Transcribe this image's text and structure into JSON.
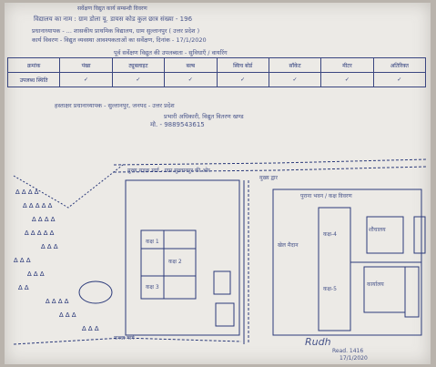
{
  "header": {
    "line1": "सर्वेक्षण विद्युत कार्य सम्बन्धी विवरण",
    "line2": "विद्यालय का नाम : ग्राम डोला   यू. डायस कोड   कुल छात्र संख्या - 196",
    "line3": "प्रधानाध्यापक - ... शासकीय प्राथमिक विद्यालय, ग्राम सुल्तानपुर ( उत्तर प्रदेश )",
    "line4": "कार्य विवरण - विद्युत व्यवस्था आवश्यकताओं का सर्वेक्षण, दिनांक - 17/1/2020"
  },
  "table": {
    "heading": "पूर्व सर्वेक्षण विद्युत की उपलब्धता - सुविधाएँ / वायरिंग",
    "columns": [
      "क्रमांक",
      "पंखा",
      "ट्यूबलाइट",
      "बल्ब",
      "स्विच बोर्ड",
      "सॉकेट",
      "मीटर",
      "अतिरिक्त"
    ],
    "row_label": "उपलब्ध स्थिति",
    "row_values": [
      "✓",
      "✓",
      "✓",
      "✓",
      "✓",
      "✓",
      "✓"
    ]
  },
  "signature_block": {
    "line1": "हस्ताक्षर प्रधानाध्यापक - सुल्तानपुर, जनपद - उत्तर प्रदेश",
    "line2": "प्रभारी अधिकारी, विद्युत वितरण खण्ड",
    "phone": "मो. - 9889543615"
  },
  "map": {
    "top_road_label": "मुख्य सड़क मार्ग - ग्राम सुल्तानपुर की ओर",
    "gate_label": "मुख्य द्वार",
    "right_title": "पुराना भवन / कक्ष विवरण",
    "left_rooms": [
      "कक्ष 1",
      "कक्ष 2",
      "कक्ष 3"
    ],
    "center_label": "खेल मैदान",
    "right_rooms": [
      "कक्ष-4",
      "कक्ष-5",
      "शौचालय",
      "कार्यालय"
    ],
    "bottom_road_label": "कच्चा मार्ग",
    "signature": "Rudh",
    "signature_sub": "Read. 1416",
    "signature_date": "17/1/2020"
  }
}
